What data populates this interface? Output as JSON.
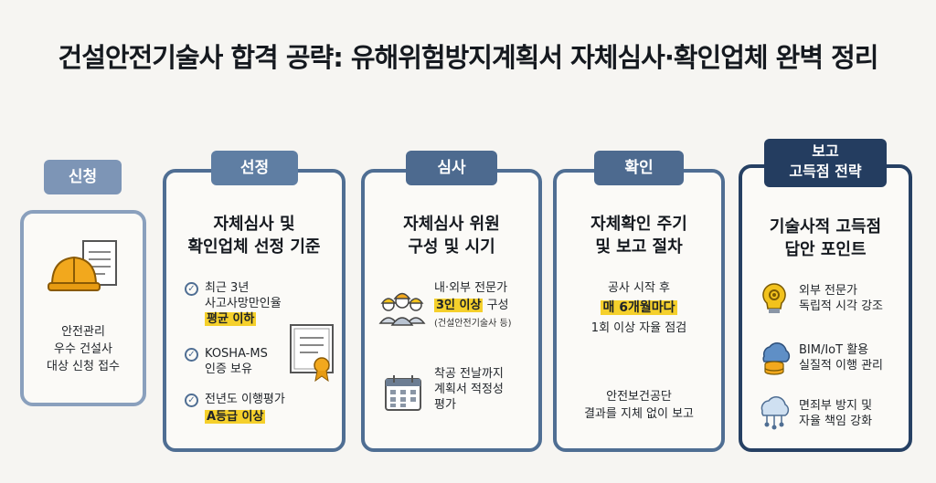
{
  "title": "건설안전기술사 합격 공략: 유해위험방지계획서 자체심사·확인업체 완벽 정리",
  "col1": {
    "label": "신청",
    "lines": [
      "안전관리",
      "우수 건설사",
      "대상 신청 접수"
    ]
  },
  "col2": {
    "label": "선정",
    "title_lines": [
      "자체심사 및",
      "확인업체 선정 기준"
    ],
    "items": [
      {
        "line1": "최근 3년",
        "line2": "사고사망만인율",
        "highlight": "평균 이하"
      },
      {
        "line1": "KOSHA-MS",
        "line2": "인증 보유",
        "highlight": ""
      },
      {
        "line1": "전년도 이행평가",
        "line2": "",
        "highlight": "A등급 이상"
      }
    ]
  },
  "col3": {
    "label": "심사",
    "title_lines": [
      "자체심사 위원",
      "구성 및 시기"
    ],
    "item1": {
      "line1": "내·외부 전문가",
      "highlight": "3인 이상",
      "after": " 구성",
      "note": "(건설안전기술사 등)"
    },
    "item2": {
      "lines": [
        "착공 전날까지",
        "계획서 적정성",
        "평가"
      ]
    }
  },
  "col4": {
    "label": "확인",
    "title_lines": [
      "자체확인 주기",
      "및 보고 절차"
    ],
    "line1": "공사 시작 후",
    "highlight": "매 6개월마다",
    "line3": "1회 이상 자율 점검",
    "bottom_lines": [
      "안전보건공단",
      "결과를 지체 없이 보고"
    ]
  },
  "col5": {
    "label_lines": [
      "보고",
      "고득점 전략"
    ],
    "title_lines": [
      "기술사적 고득점",
      "답안 포인트"
    ],
    "items": [
      {
        "lines": [
          "외부 전문가",
          "독립적 시각 강조"
        ],
        "icon": "lightbulb-gear-icon"
      },
      {
        "lines": [
          "BIM/IoT 활용",
          "실질적 이행 관리"
        ],
        "icon": "cloud-database-icon"
      },
      {
        "lines": [
          "면죄부 방지 및",
          "자율 책임 강화"
        ],
        "icon": "cloud-network-icon"
      }
    ]
  },
  "colors": {
    "light": "#8aa0bd",
    "mid": "#4f6e93",
    "dark": "#264063",
    "highlight": "#f5d02b"
  }
}
